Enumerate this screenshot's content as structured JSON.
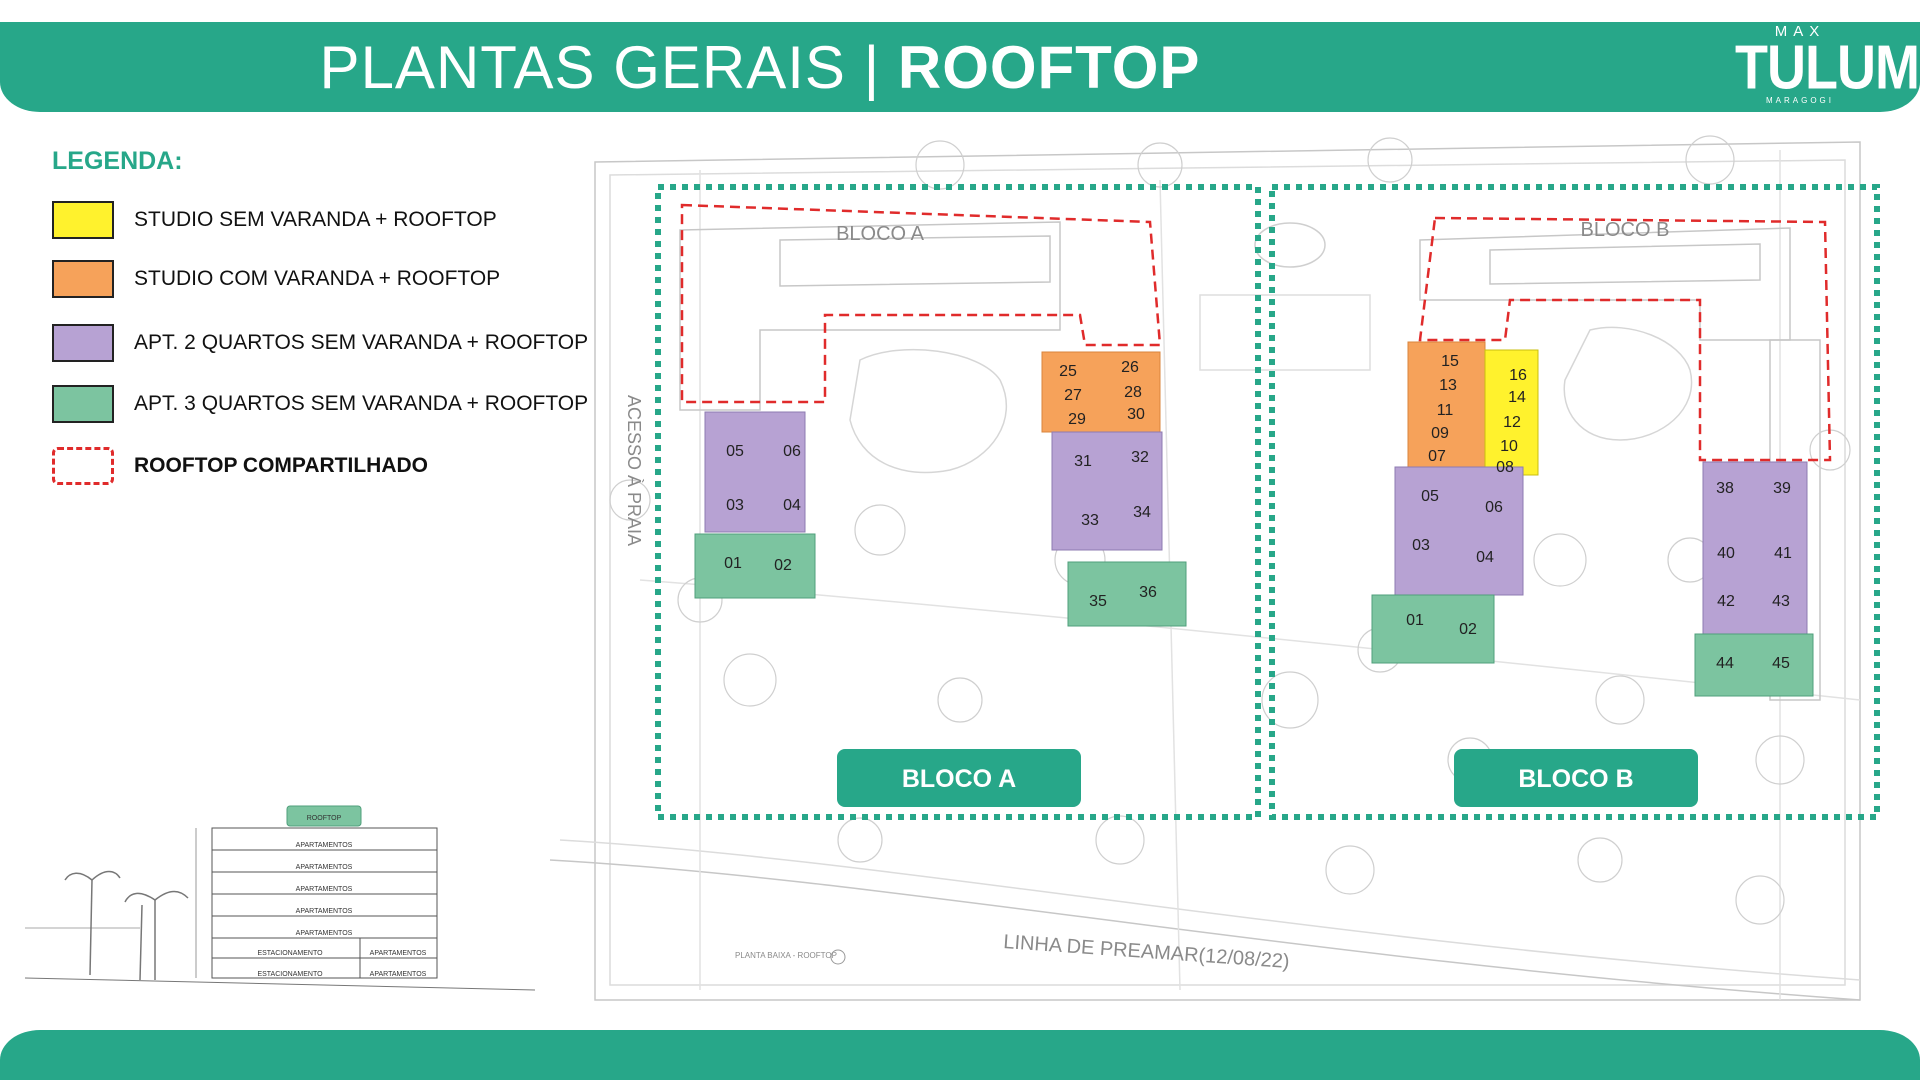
{
  "header": {
    "title_light": "PLANTAS GERAIS | ",
    "title_bold": "ROOFTOP"
  },
  "logo": {
    "top": "MAX",
    "name": "TULUM",
    "sub": "MARAGOGI"
  },
  "legend": {
    "title": "LEGENDA:",
    "items": [
      {
        "label": "STUDIO SEM VARANDA + ROOFTOP",
        "color": "#fff22d"
      },
      {
        "label": "STUDIO COM VARANDA + ROOFTOP",
        "color": "#f6a25a"
      },
      {
        "label": "APT.  2 QUARTOS SEM VARANDA + ROOFTOP",
        "color": "#b7a2d3"
      },
      {
        "label": "APT.  3 QUARTOS SEM VARANDA + ROOFTOP",
        "color": "#7cc4a0"
      },
      {
        "label": "ROOFTOP COMPARTILHADO",
        "color": "#e02b2b"
      }
    ]
  },
  "colors": {
    "brand": "#27a789",
    "studio_sem": "#fff22d",
    "studio_com": "#f6a25a",
    "apt2": "#b7a2d3",
    "apt3": "#7cc4a0",
    "rooftop": "#e02b2b"
  },
  "plan": {
    "bloco_a_label": "BLOCO A",
    "bloco_b_label": "BLOCO B",
    "plan_text_bloco_a": "BLOCO A",
    "plan_text_bloco_b": "BLOCO B",
    "acesso": "ACESSO À PRAIA",
    "linha": "LINHA DE PREAMAR(12/08/22)",
    "planta_caption": "PLANTA BAIXA - ROOFTOP"
  },
  "units": {
    "a_left": {
      "apt2": [
        "05",
        "06",
        "03",
        "04"
      ],
      "apt3": [
        "01",
        "02"
      ]
    },
    "a_right": {
      "studio_com": [
        "25",
        "26",
        "27",
        "28",
        "29",
        "30"
      ],
      "apt2": [
        "31",
        "32",
        "33",
        "34"
      ],
      "apt3": [
        "35",
        "36"
      ]
    },
    "b_left": {
      "studio_com": [
        "15",
        "13",
        "11",
        "09",
        "07"
      ],
      "studio_sem": [
        "16",
        "14",
        "12",
        "10",
        "08"
      ],
      "apt2": [
        "05",
        "06",
        "03",
        "04"
      ],
      "apt3": [
        "01",
        "02"
      ]
    },
    "b_right": {
      "apt2": [
        "38",
        "39",
        "40",
        "41",
        "42",
        "43"
      ],
      "apt3": [
        "44",
        "45"
      ]
    }
  },
  "section": {
    "rooftop": "ROOFTOP",
    "floors": [
      "APARTAMENTOS",
      "APARTAMENTOS",
      "APARTAMENTOS",
      "APARTAMENTOS",
      "APARTAMENTOS"
    ],
    "ground_left": [
      "ESTACIONAMENTO",
      "ESTACIONAMENTO"
    ],
    "ground_right": [
      "APARTAMENTOS",
      "APARTAMENTOS"
    ]
  }
}
